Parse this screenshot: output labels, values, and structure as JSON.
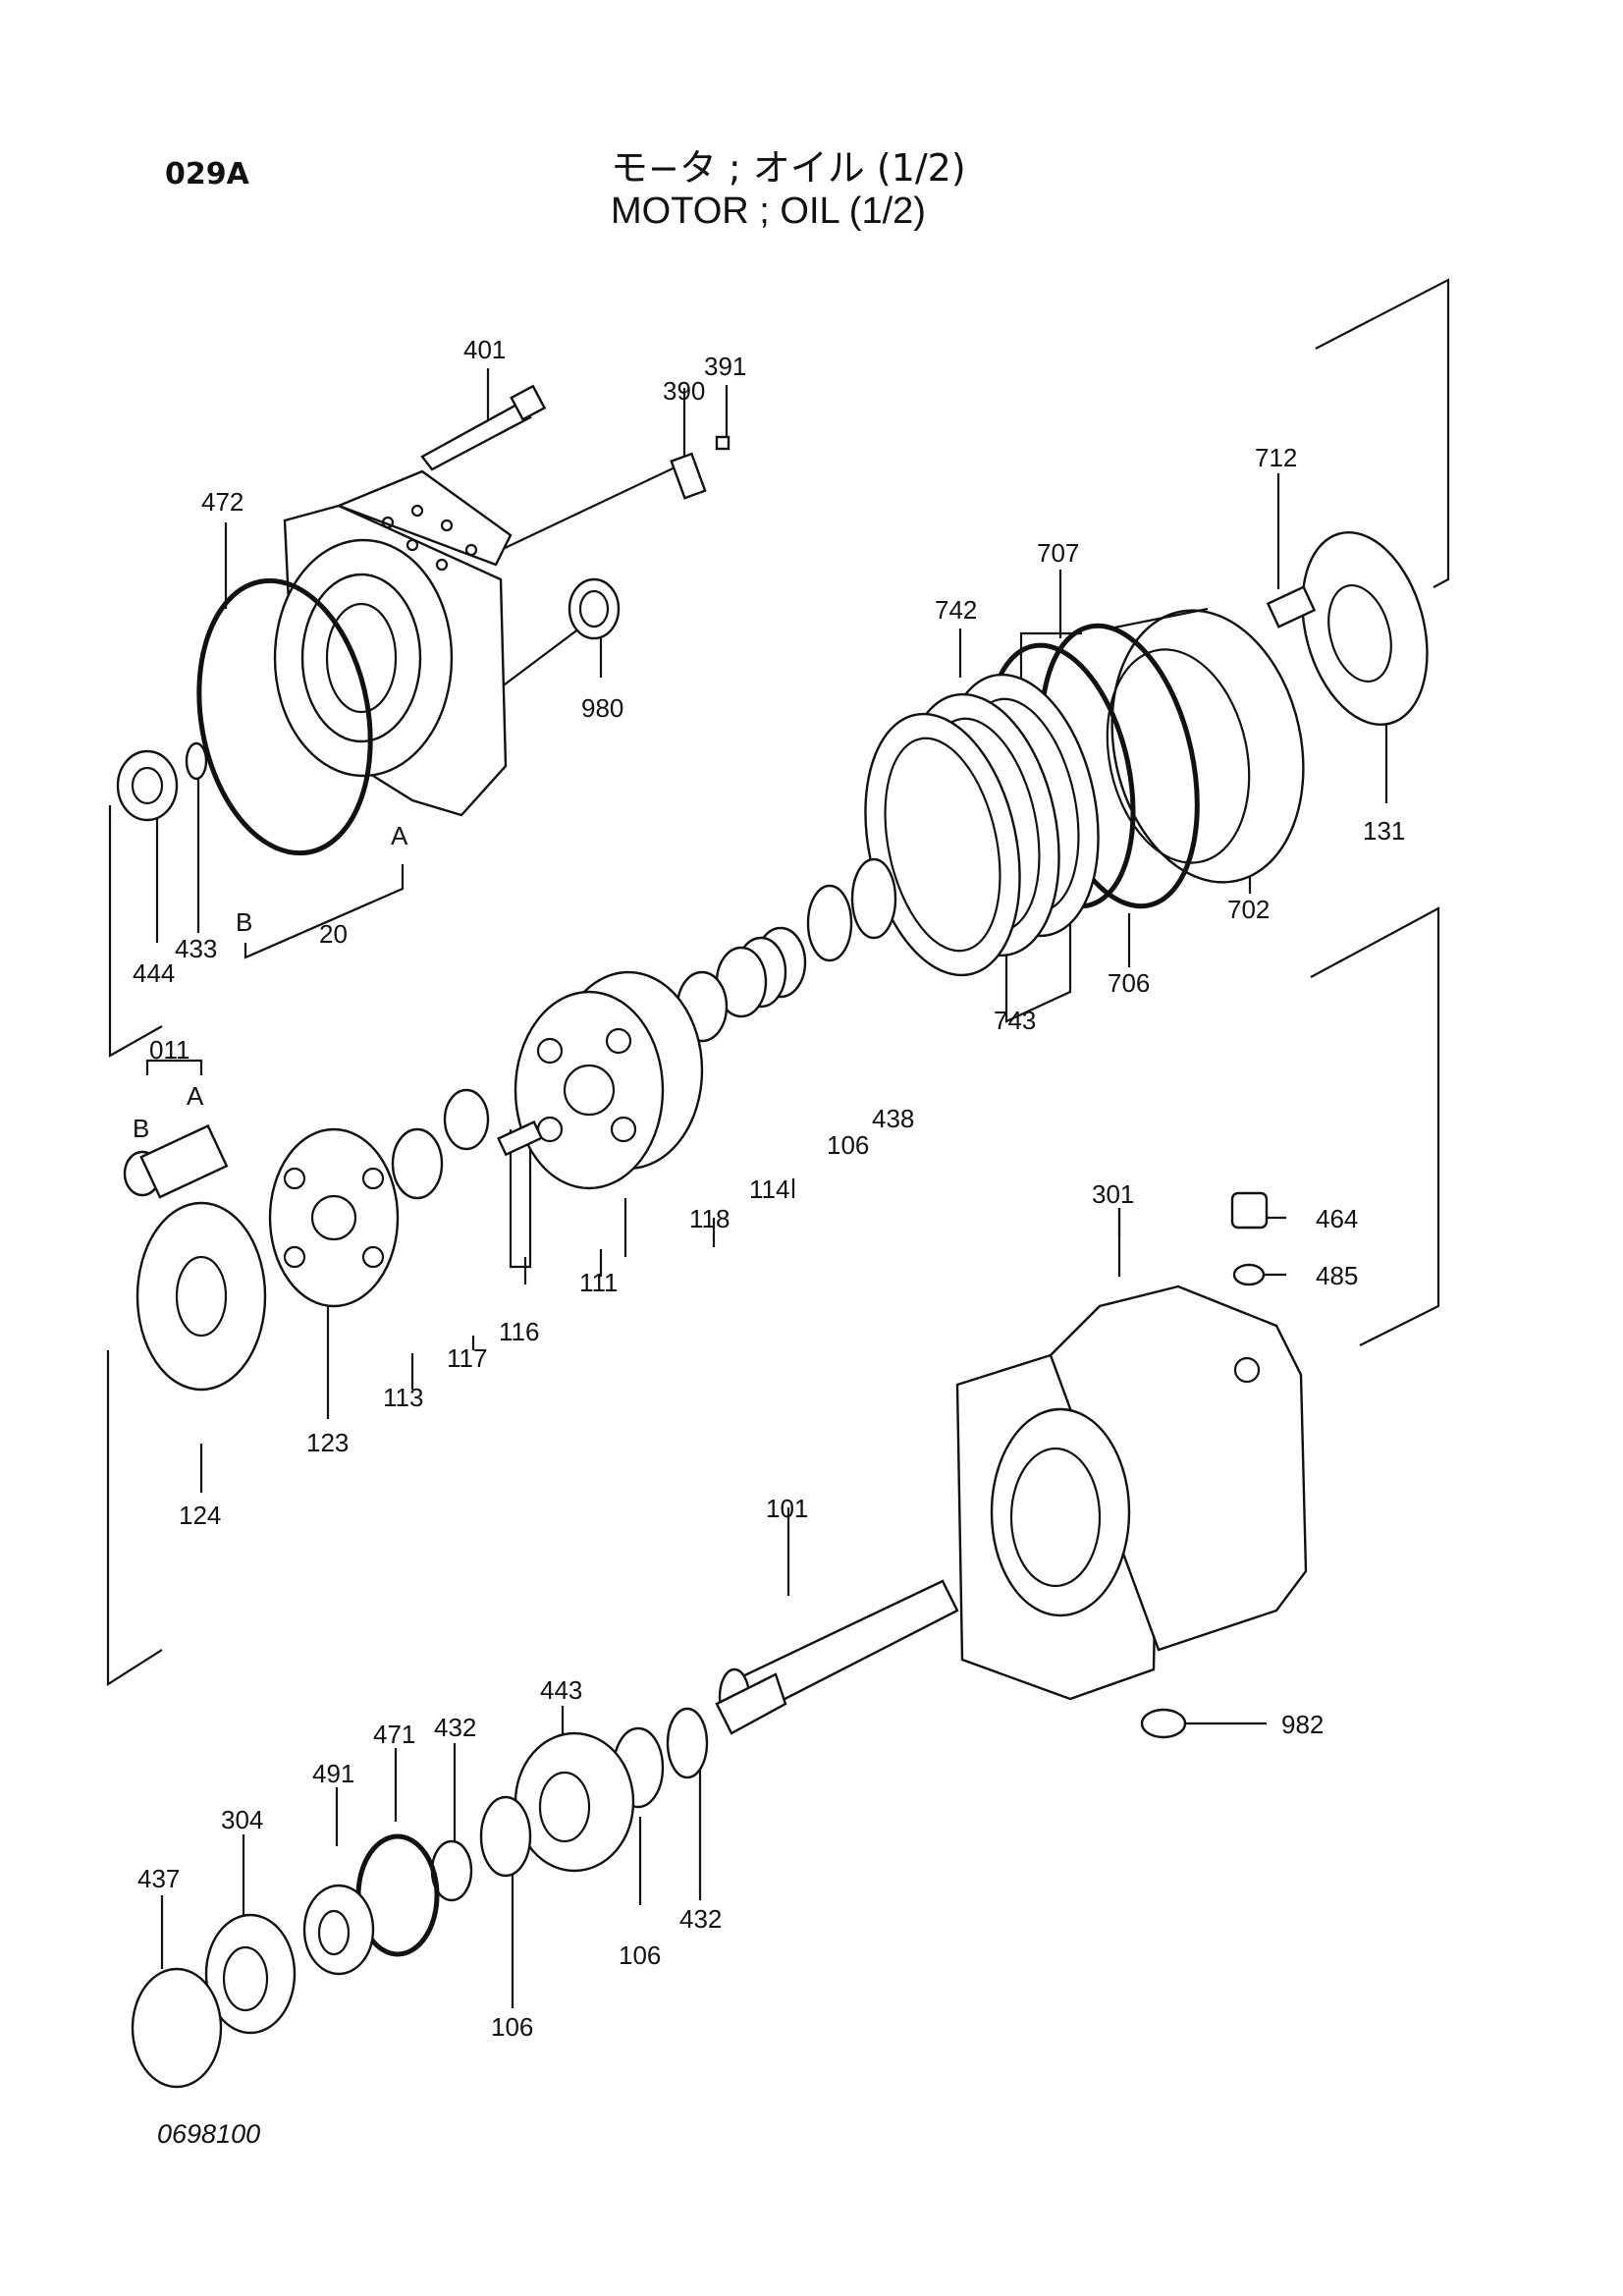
{
  "header": {
    "code": "029A",
    "title_jp": "モ−タ ; オイル (1/2)",
    "title_en": "MOTOR ; OIL (1/2)"
  },
  "footer": {
    "drawing_number": "0698100"
  },
  "labels": {
    "p401": "401",
    "p391": "391",
    "p390": "390",
    "p472": "472",
    "p980": "980",
    "p712": "712",
    "p707": "707",
    "p742": "742",
    "p131": "131",
    "p702": "702",
    "p706": "706",
    "p743": "743",
    "p444": "444",
    "p433": "433",
    "p20": "20",
    "pB": "B",
    "pA": "A",
    "p011": "011",
    "pB2": "B",
    "pA2": "A",
    "p438": "438",
    "p106a": "106",
    "p114": "114",
    "p118": "118",
    "p111": "111",
    "p116": "116",
    "p117": "117",
    "p113": "113",
    "p123": "123",
    "p124": "124",
    "p301": "301",
    "p464": "464",
    "p485": "485",
    "p101": "101",
    "p982": "982",
    "p443": "443",
    "p432a": "432",
    "p471": "471",
    "p491": "491",
    "p304": "304",
    "p437": "437",
    "p432b": "432",
    "p106b": "106",
    "p106c": "106"
  }
}
